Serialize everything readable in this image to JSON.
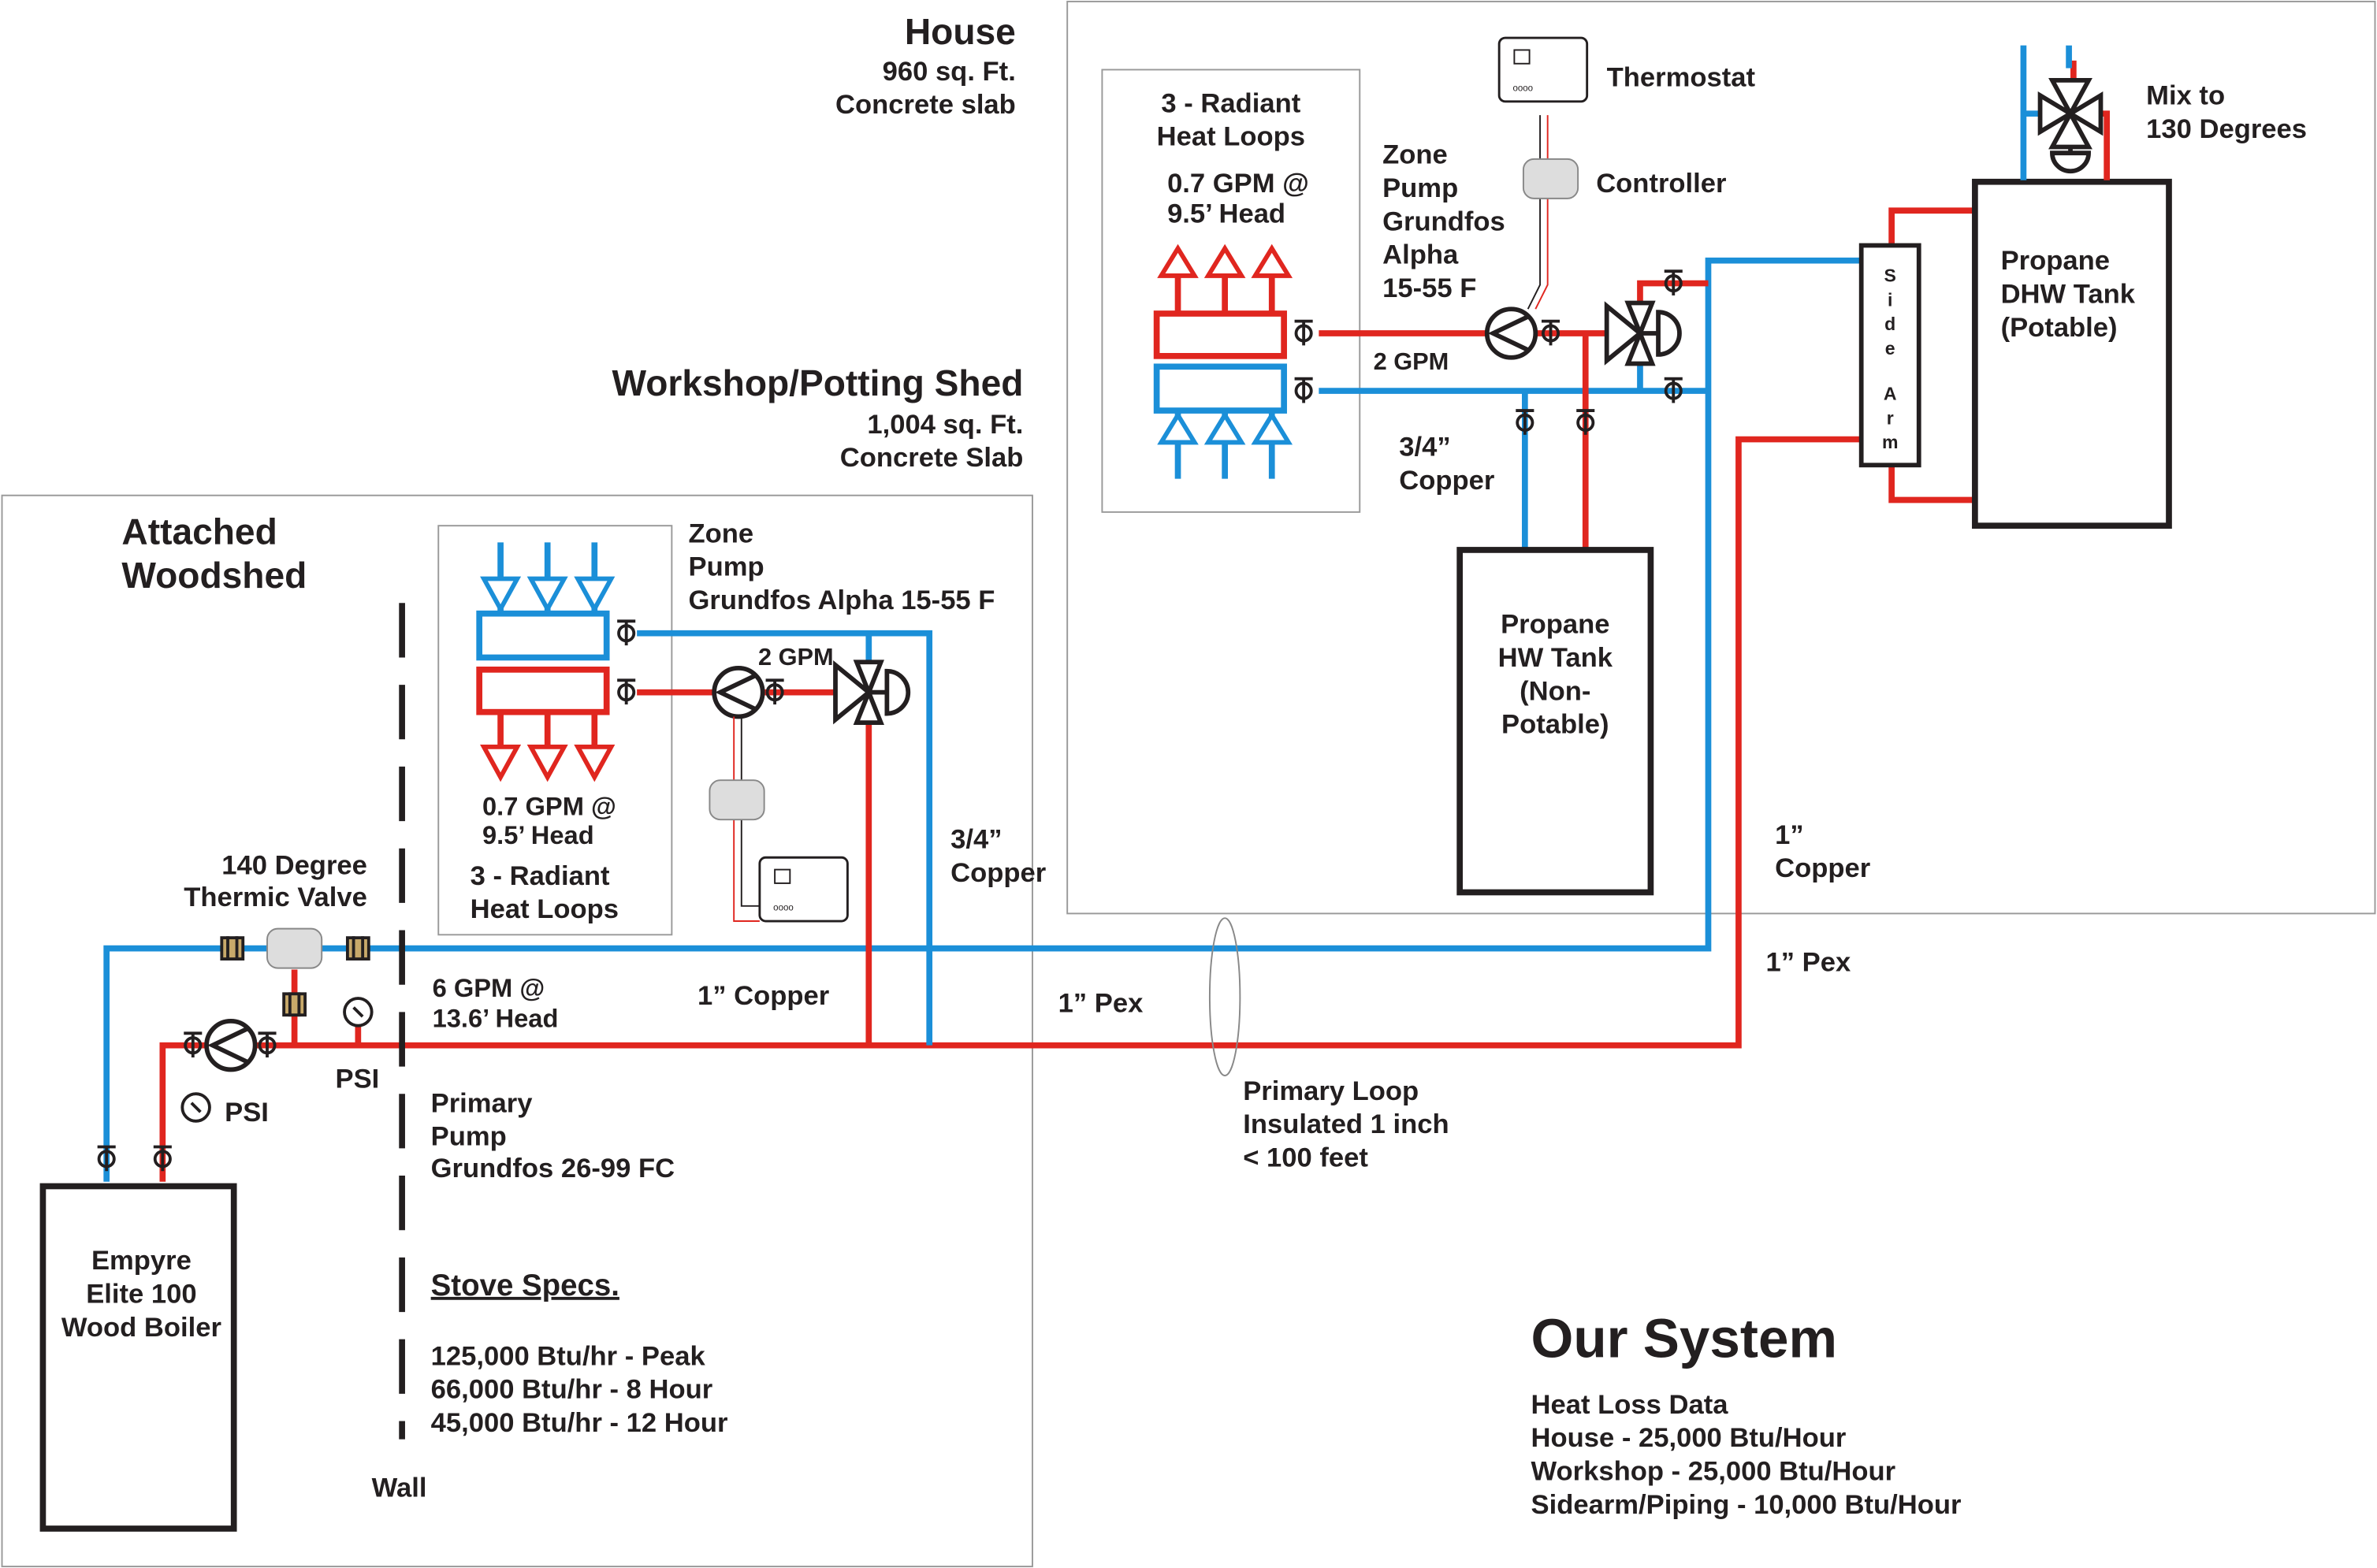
{
  "colors": {
    "supply": "#e0261f",
    "return": "#1b8fd8",
    "outline": "#231f20"
  },
  "house": {
    "title": "House",
    "lines": [
      "960 sq. Ft.",
      "Concrete slab"
    ]
  },
  "workshop": {
    "title": "Workshop/Potting Shed",
    "lines": [
      "1,004 sq. Ft.",
      "Concrete Slab"
    ]
  },
  "woodshed": {
    "title": [
      "Attached",
      "Woodshed"
    ]
  },
  "house_loops": {
    "title": [
      "3 - Radiant",
      "Heat Loops"
    ],
    "flow": [
      "0.7 GPM @",
      "9.5’ Head"
    ]
  },
  "house_zone_pump": [
    "Zone",
    "Pump",
    "Grundfos",
    "Alpha",
    "15-55 F"
  ],
  "house_gpm": "2 GPM",
  "thermostat": "Thermostat",
  "controller": "Controller",
  "house_copper": [
    "3/4”",
    "Copper"
  ],
  "hw_tank": [
    "Propane",
    "HW Tank",
    "(Non-",
    "Potable)"
  ],
  "side_arm": [
    "S",
    "i",
    "d",
    "e",
    "A",
    "r",
    "m"
  ],
  "dhw_tank": [
    "Propane",
    "DHW Tank",
    "(Potable)"
  ],
  "mix": [
    "Mix to",
    "130 Degrees"
  ],
  "shop_zone_pump": [
    "Zone",
    "Pump",
    "Grundfos  Alpha 15-55 F"
  ],
  "shop_gpm": "2 GPM",
  "shop_loops": {
    "flow": [
      "0.7 GPM @",
      "9.5’ Head"
    ],
    "title": [
      "3 - Radiant",
      "Heat Loops"
    ]
  },
  "shop_copper": [
    "3/4”",
    "Copper"
  ],
  "thermic_valve": [
    "140 Degree",
    "Thermic Valve"
  ],
  "primary_flow": [
    "6 GPM @",
    "13.6’ Head"
  ],
  "copper_1": "1” Copper",
  "pex_1a": "1” Pex",
  "pex_1b": "1” Pex",
  "copper_1_house": [
    "1”",
    "Copper"
  ],
  "psi_a": "PSI",
  "psi_b": "PSI",
  "primary_pump": [
    "Primary",
    "Pump",
    "Grundfos 26-99 FC"
  ],
  "primary_loop": [
    "Primary Loop",
    "Insulated 1 inch",
    "< 100 feet"
  ],
  "boiler": [
    "Empyre",
    "Elite 100",
    "Wood Boiler"
  ],
  "stove": {
    "title": "Stove Specs.",
    "lines": [
      "125,000 Btu/hr - Peak",
      "66,000 Btu/hr - 8 Hour",
      "45,000 Btu/hr - 12 Hour"
    ]
  },
  "wall": "Wall",
  "system": {
    "title": "Our System",
    "subtitle": "Heat Loss Data",
    "lines": [
      "House - 25,000 Btu/Hour",
      "Workshop - 25,000 Btu/Hour",
      "Sidearm/Piping - 10,000 Btu/Hour"
    ]
  }
}
